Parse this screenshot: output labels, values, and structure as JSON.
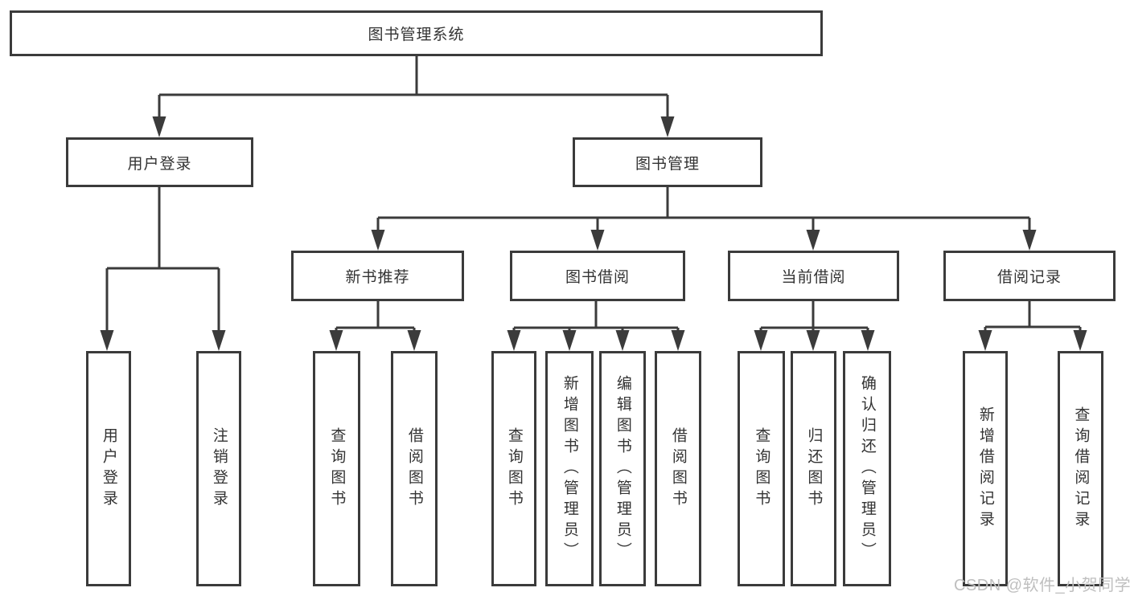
{
  "colors": {
    "line": "#3b3b3b",
    "box_border": "#3b3b3b",
    "box_background": "#ffffff",
    "text": "#333333",
    "watermark": "#bfbfbf",
    "page_background": "#ffffff"
  },
  "nodes": {
    "root": {
      "label": "图书管理系统"
    },
    "user_login": {
      "label": "用户登录"
    },
    "book_management": {
      "label": "图书管理"
    },
    "new_book_recommend": {
      "label": "新书推荐"
    },
    "book_borrow": {
      "label": "图书借阅"
    },
    "current_borrow": {
      "label": "当前借阅"
    },
    "borrow_records": {
      "label": "借阅记录"
    },
    "leaves": {
      "user_login": {
        "label": "用户登录"
      },
      "logout": {
        "label": "注销登录"
      },
      "recommend_query": {
        "label": "查询图书"
      },
      "recommend_borrow": {
        "label": "借阅图书"
      },
      "borrow_query": {
        "label": "查询图书"
      },
      "borrow_add": {
        "label": "新增图书（管理员）"
      },
      "borrow_edit": {
        "label": "编辑图书（管理员）"
      },
      "borrow_borrow": {
        "label": "借阅图书"
      },
      "current_query": {
        "label": "查询图书"
      },
      "current_return": {
        "label": "归还图书"
      },
      "current_confirm": {
        "label": "确认归还（管理员）"
      },
      "records_add": {
        "label": "新增借阅记录"
      },
      "records_query": {
        "label": "查询借阅记录"
      }
    }
  },
  "watermark": {
    "text": "CSDN @软件_小贺同学"
  }
}
